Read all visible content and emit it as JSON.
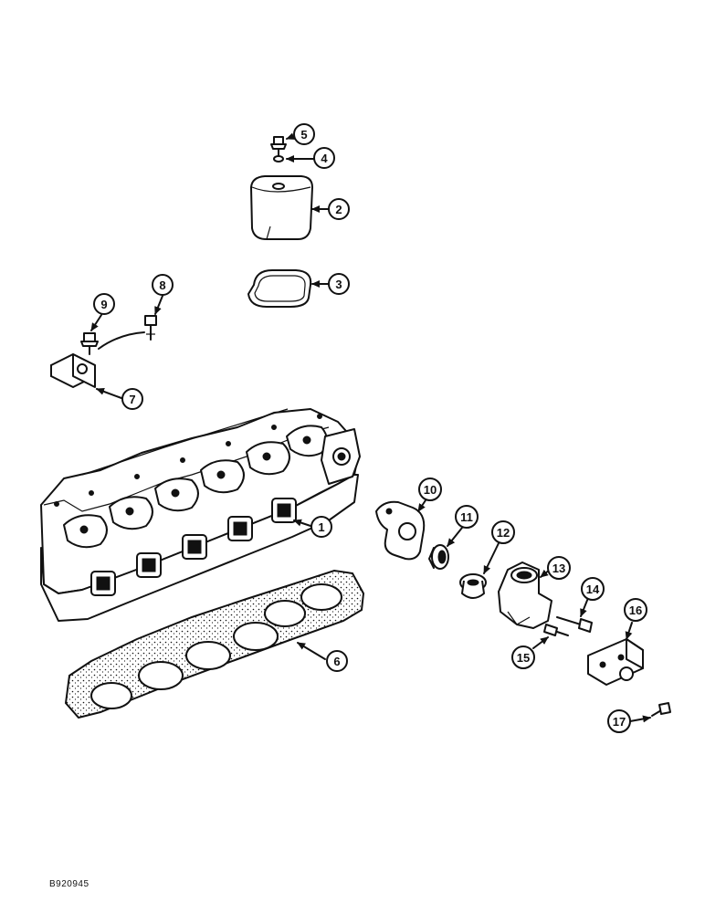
{
  "diagram": {
    "reference_code": "B920945",
    "callouts": [
      "1",
      "2",
      "3",
      "4",
      "5",
      "6",
      "7",
      "8",
      "9",
      "10",
      "11",
      "12",
      "13",
      "14",
      "15",
      "16",
      "17"
    ]
  }
}
